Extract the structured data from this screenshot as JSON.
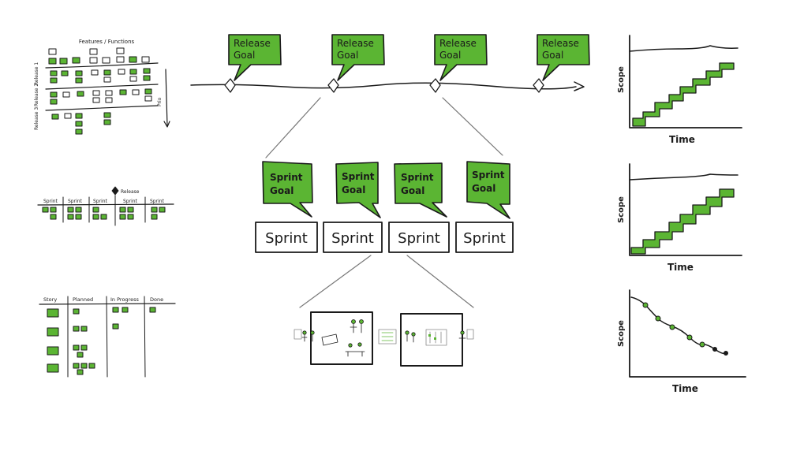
{
  "colors": {
    "green": "#5BB533",
    "ink": "#1a1a1a",
    "pale": "#e8f5df"
  },
  "roadmap": {
    "title": "Features / Functions",
    "prio_label": "Prio",
    "releases": [
      "Release 1",
      "Release 2",
      "Release 3"
    ]
  },
  "release_plan": {
    "columns": [
      "Sprint",
      "Sprint",
      "Sprint",
      "Sprint",
      "Sprint"
    ],
    "release_marker": "Release"
  },
  "taskboard": {
    "columns": [
      "Story",
      "Planned",
      "In Progress",
      "Done"
    ]
  },
  "release_goals": [
    "Release Goal",
    "Release Goal",
    "Release Goal",
    "Release Goal"
  ],
  "sprint_goals": [
    "Sprint Goal",
    "Sprint Goal",
    "Sprint Goal",
    "Sprint Goal"
  ],
  "sprints": [
    "Sprint",
    "Sprint",
    "Sprint",
    "Sprint"
  ],
  "charts": {
    "top": {
      "ylabel": "Scope",
      "xlabel": "Time"
    },
    "middle": {
      "ylabel": "Scope",
      "xlabel": "Time"
    },
    "bottom": {
      "ylabel": "Scope",
      "xlabel": "Time"
    }
  }
}
